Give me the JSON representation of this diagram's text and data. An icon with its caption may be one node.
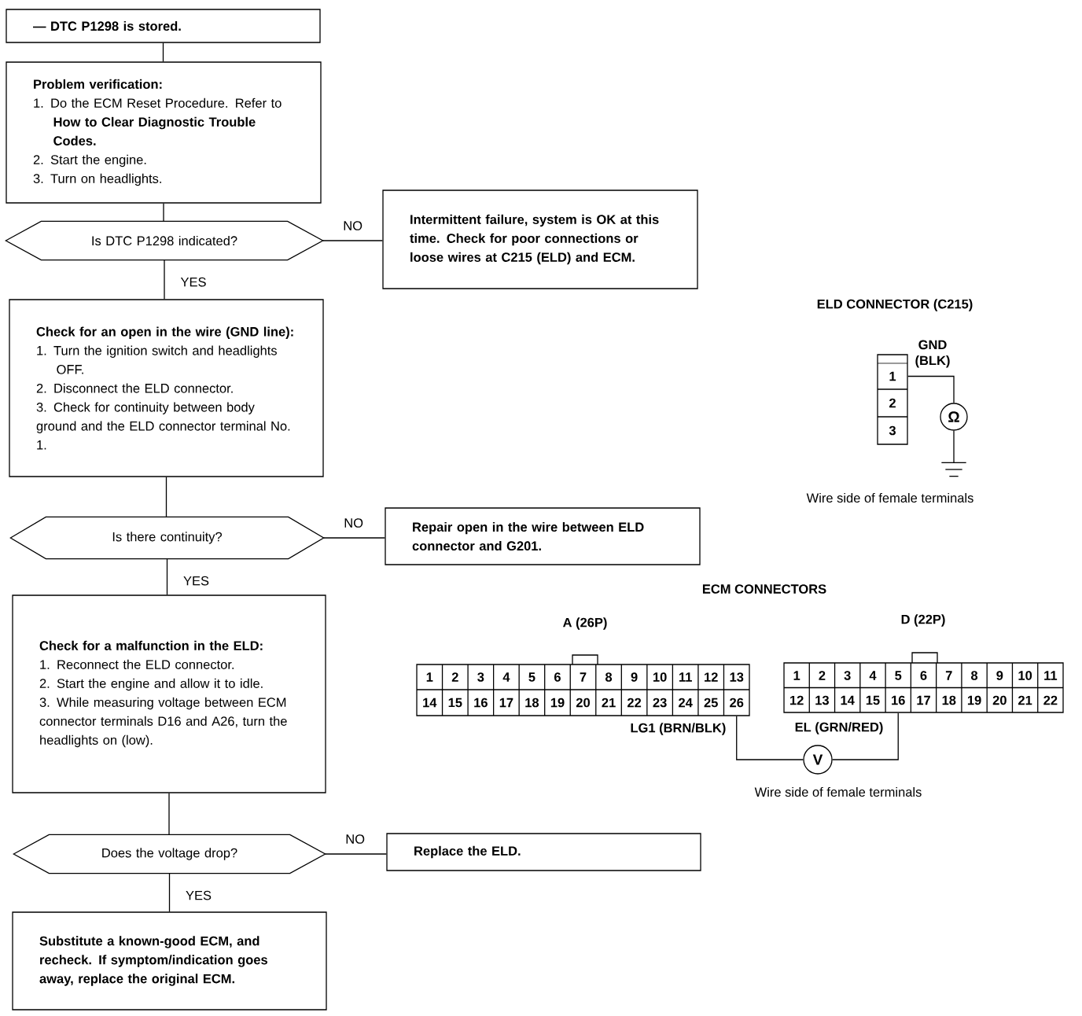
{
  "diagram": {
    "nodes": [
      {
        "text": [
          "— DTC P1298 is stored."
        ]
      },
      {
        "text": [
          "Problem verification:",
          "1. Do the ECM Reset Procedure. Refer to **How to Clear Diagnostic Trouble Codes.**",
          "2. Start the engine.",
          "3. Turn on headlights."
        ]
      },
      {
        "text": [
          "Is DTC P1298 indicated?"
        ]
      },
      {
        "text": [
          "Intermittent failure, system is OK at this time. Check for poor connections or loose wires at C215 (ELD) and ECM."
        ]
      },
      {
        "text": [
          "Check for an open in the wire (GND line):",
          "1. Turn the ignition switch and headlights OFF.",
          "2. Disconnect the ELD connector.",
          "3. Check for continuity between body ground and the ELD connector terminal No. 1."
        ]
      },
      {
        "text": [
          "Is there continuity?"
        ]
      },
      {
        "text": [
          "Repair open in the wire between ELD connector and G201."
        ]
      },
      {
        "text": [
          "Check for a malfunction in the ELD:",
          "1. Reconnect the ELD connector.",
          "2. Start the engine and allow it to idle.",
          "3. While measuring voltage between ECM connector terminals D16 and A26, turn the headlights on (low)."
        ]
      },
      {
        "text": [
          "Does the voltage drop?"
        ]
      },
      {
        "text": [
          "Replace the ELD."
        ]
      },
      {
        "text": [
          "Substitute a known-good ECM, and recheck. If symptom/indication goes away, replace the original ECM."
        ]
      },
      {
        "text": [
          "1"
        ]
      },
      {
        "text": [
          "Ω"
        ]
      },
      {
        "text": [],
        "shape": "ground"
      },
      {
        "text": [
          "26"
        ]
      },
      {
        "text": [
          "V"
        ]
      },
      {
        "text": [
          "16"
        ]
      }
    ],
    "edges": [
      {
        "from": 0,
        "to": 1,
        "arrow": "none"
      },
      {
        "from": 1,
        "to": 2,
        "arrow": "none"
      },
      {
        "from": 2,
        "to": 3,
        "arrow": "none",
        "label": "NO"
      },
      {
        "from": 2,
        "to": 4,
        "arrow": "none",
        "label": "YES"
      },
      {
        "from": 4,
        "to": 5,
        "arrow": "none"
      },
      {
        "from": 5,
        "to": 6,
        "arrow": "none",
        "label": "NO"
      },
      {
        "from": 5,
        "to": 7,
        "arrow": "none",
        "label": "YES"
      },
      {
        "from": 7,
        "to": 8,
        "arrow": "none"
      },
      {
        "from": 8,
        "to": 9,
        "arrow": "none",
        "label": "NO"
      },
      {
        "from": 8,
        "to": 10,
        "arrow": "none",
        "label": "YES"
      },
      {
        "from": 11,
        "to": 12,
        "arrow": "none"
      },
      {
        "from": 12,
        "to": 13,
        "arrow": "none"
      },
      {
        "from": 14,
        "to": 15,
        "arrow": "none"
      },
      {
        "from": 15,
        "to": 16,
        "arrow": "none"
      }
    ],
    "labels": [
      "ELD CONNECTOR (C215)",
      "GND (BLK)",
      "2",
      "3",
      "Wire side of female terminals",
      "ECM CONNECTORS",
      "A (26P)",
      "D (22P)",
      "1",
      "2",
      "3",
      "4",
      "5",
      "6",
      "7",
      "8",
      "9",
      "10",
      "11",
      "12",
      "13",
      "14",
      "15",
      "16",
      "17",
      "18",
      "19",
      "20",
      "21",
      "22",
      "23",
      "24",
      "25",
      "1",
      "2",
      "3",
      "4",
      "5",
      "6",
      "7",
      "8",
      "9",
      "10",
      "11",
      "12",
      "13",
      "14",
      "15",
      "17",
      "18",
      "19",
      "20",
      "21",
      "22",
      "LG1 (BRN/BLK)",
      "EL (GRN/RED)",
      "Wire side of female terminals"
    ]
  }
}
